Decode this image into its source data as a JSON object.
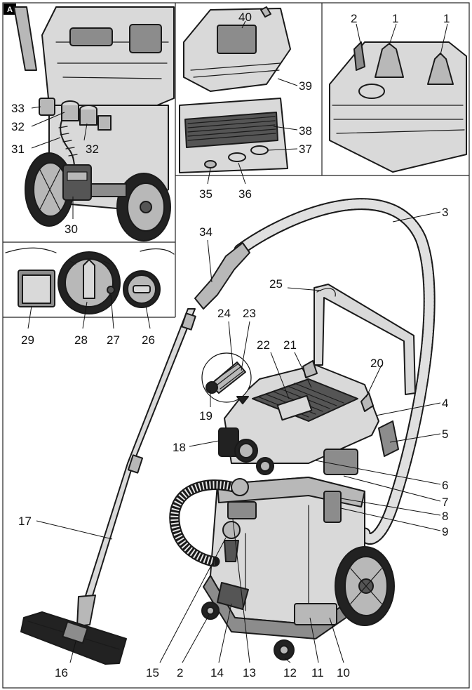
{
  "figure_letter": "A",
  "callouts": [
    "1",
    "1",
    "2",
    "2",
    "3",
    "4",
    "5",
    "6",
    "7",
    "8",
    "9",
    "10",
    "11",
    "12",
    "13",
    "14",
    "15",
    "16",
    "17",
    "18",
    "19",
    "20",
    "21",
    "22",
    "23",
    "24",
    "25",
    "26",
    "27",
    "28",
    "29",
    "30",
    "31",
    "32",
    "32",
    "33",
    "34",
    "35",
    "36",
    "37",
    "38",
    "39",
    "40"
  ],
  "colors": {
    "ink": "#1a1a1a",
    "light_gray": "#d9d9d9",
    "mid_gray": "#b8b8b8",
    "dark_gray": "#555555"
  }
}
